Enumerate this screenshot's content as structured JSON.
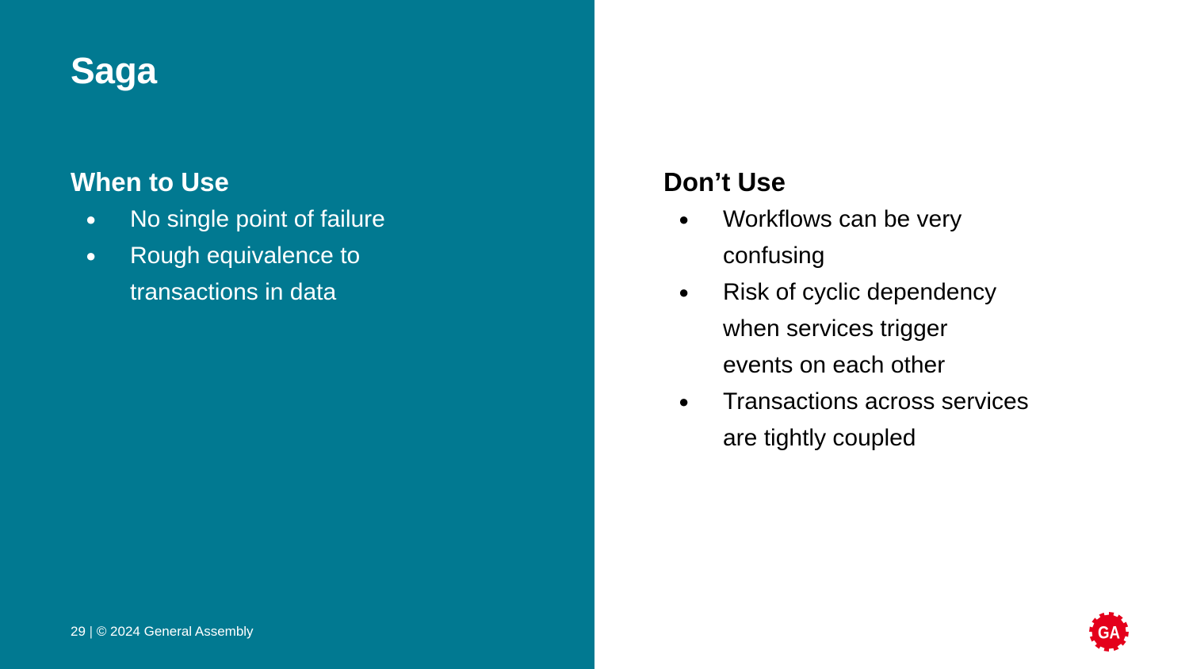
{
  "slide": {
    "title": "Saga",
    "left_column": {
      "heading": "When to Use",
      "bullets": [
        "No single point of failure",
        "Rough equivalence to\ntransactions in data"
      ]
    },
    "right_column": {
      "heading": "Don’t Use",
      "bullets": [
        "Workflows can be very\nconfusing",
        "Risk of cyclic dependency\nwhen services trigger\nevents on each other",
        "Transactions across services\nare tightly coupled"
      ]
    },
    "footer": {
      "page_number": "29",
      "separator": "|",
      "copyright": "© 2024 General Assembly"
    },
    "logo": {
      "icon": "general-assembly-logo-icon",
      "text": "GA",
      "color": "#E4001B"
    },
    "colors": {
      "panel_background": "#017991",
      "text_on_panel": "#FFFFFF",
      "text_on_white": "#000000"
    }
  }
}
